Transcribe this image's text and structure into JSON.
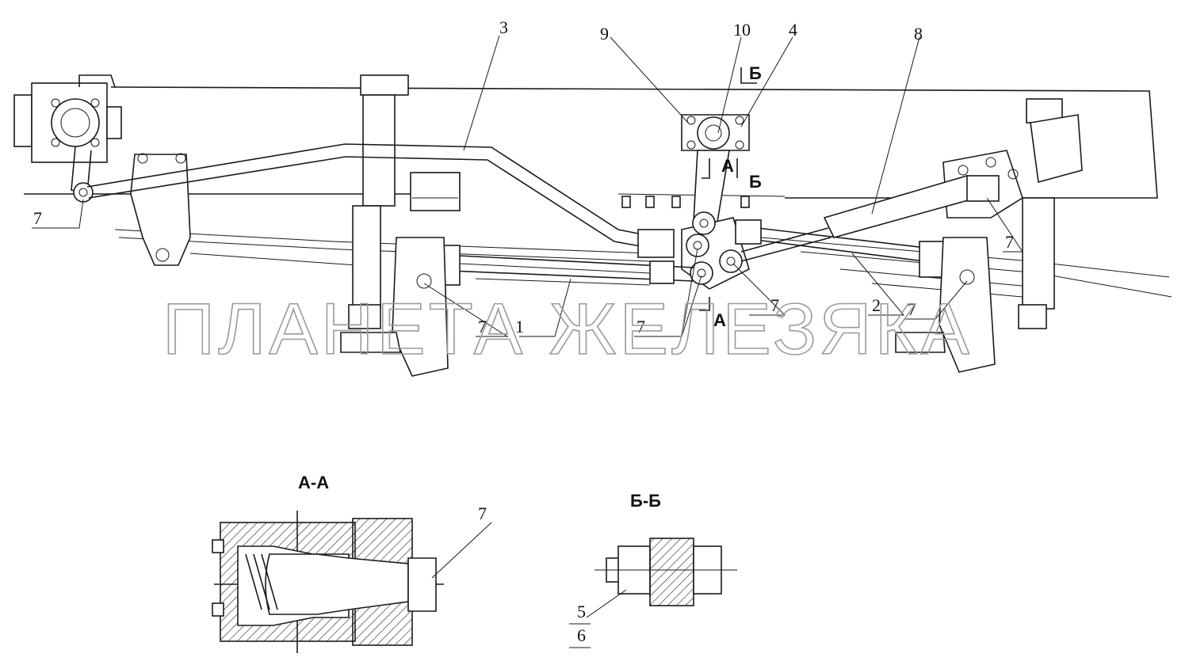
{
  "watermark": "ПЛАНЕТА ЖЕЛЕЗЯКА",
  "callouts": {
    "c1": "1",
    "c2": "2",
    "c3": "3",
    "c4": "4",
    "c8": "8",
    "c9": "9",
    "c10": "10",
    "c7a": "7",
    "c7b": "7",
    "c7c": "7",
    "c7d": "7",
    "c7e": "7",
    "c7f": "7",
    "c7g": "7",
    "c5": "5",
    "c6": "6"
  },
  "section_marks": {
    "b_top": "Б",
    "a_mid": "А",
    "b_mid": "Б",
    "a_low": "А"
  },
  "sections": {
    "aa_title": "А-А",
    "bb_title": "Б-Б"
  }
}
